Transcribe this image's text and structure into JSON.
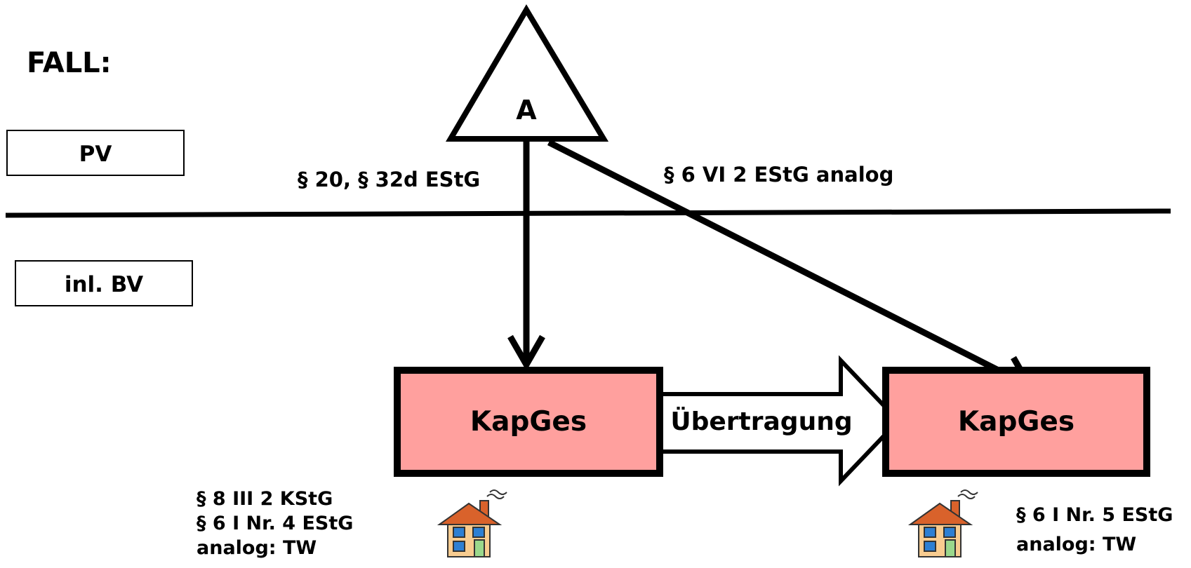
{
  "heading": "FALL:",
  "legend": {
    "upper_box": "PV",
    "lower_box": "inl. BV"
  },
  "nodes": {
    "shareholder": "A",
    "company_left": "KapGes",
    "company_right": "KapGes"
  },
  "transfer_label": "Übertragung",
  "edge_labels": {
    "to_left": "§ 20, § 32d EStG",
    "to_right": "§ 6 VI 2 EStG analog"
  },
  "notes": {
    "left": [
      "§ 8 III 2 KStG",
      "§ 6 I Nr. 4 EStG",
      "analog: TW"
    ],
    "right": [
      "§ 6 I Nr. 5 EStG",
      "analog: TW"
    ]
  },
  "icons": [
    "house-icon",
    "house-icon"
  ],
  "colors": {
    "company_fill": "#ffa09e",
    "transfer_tip": "#8b0000",
    "house_wall": "#f8cc90",
    "house_roof": "#d9622b",
    "house_window": "#2d7fd3",
    "house_door": "#9ad88c"
  }
}
